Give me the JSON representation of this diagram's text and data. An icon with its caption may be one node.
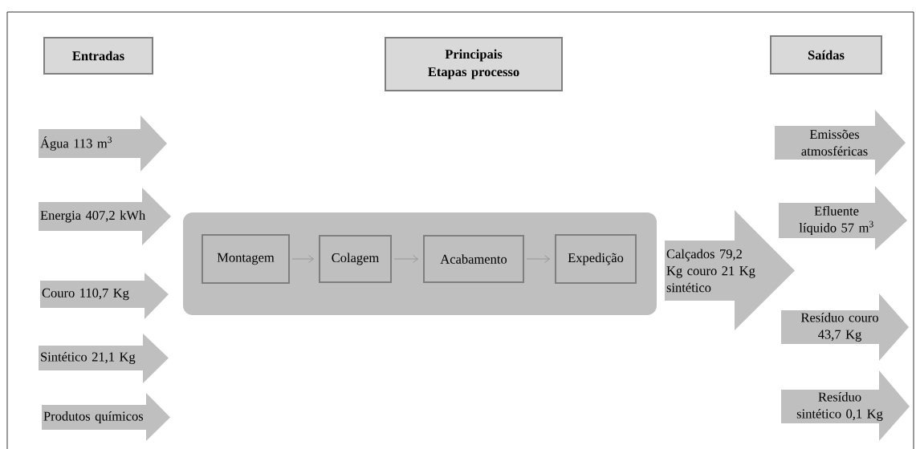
{
  "diagram": {
    "nodes": [
      {
        "text": [
          "Entradas"
        ]
      },
      {
        "text": [
          "Principais Etapas processo"
        ]
      },
      {
        "text": [
          "Saídas"
        ]
      },
      {
        "text": [
          "Água 113 m$^{3}$"
        ]
      },
      {
        "text": [
          "Energia 407,2 kWh"
        ]
      },
      {
        "text": [
          "Couro 110,7 Kg"
        ]
      },
      {
        "text": [
          "Sintético 21,1 Kg"
        ]
      },
      {
        "text": [
          "Produtos químicos"
        ]
      },
      {
        "text": [],
        "shape": "box"
      },
      {
        "text": [
          "Montagem"
        ],
        "in": 8
      },
      {
        "text": [
          "Colagem"
        ],
        "in": 8
      },
      {
        "text": [
          "Acabamento"
        ],
        "in": 8
      },
      {
        "text": [
          "Expedição"
        ],
        "in": 8
      },
      {
        "text": [
          "Calçados 79,2 Kg couro 21 Kg sintético"
        ]
      },
      {
        "text": [
          "Emissões atmosféricas"
        ]
      },
      {
        "text": [
          "Efluente líquido 57 m$^{3}$"
        ]
      },
      {
        "text": [
          "Resíduo couro 43,7 Kg"
        ]
      },
      {
        "text": [
          "Resíduo sintético 0,1 Kg"
        ]
      }
    ],
    "edges": [
      {
        "from": 9,
        "to": 10,
        "arrow": "to"
      },
      {
        "from": 10,
        "to": 11,
        "arrow": "to"
      },
      {
        "from": 11,
        "to": 12,
        "arrow": "to"
      }
    ]
  }
}
